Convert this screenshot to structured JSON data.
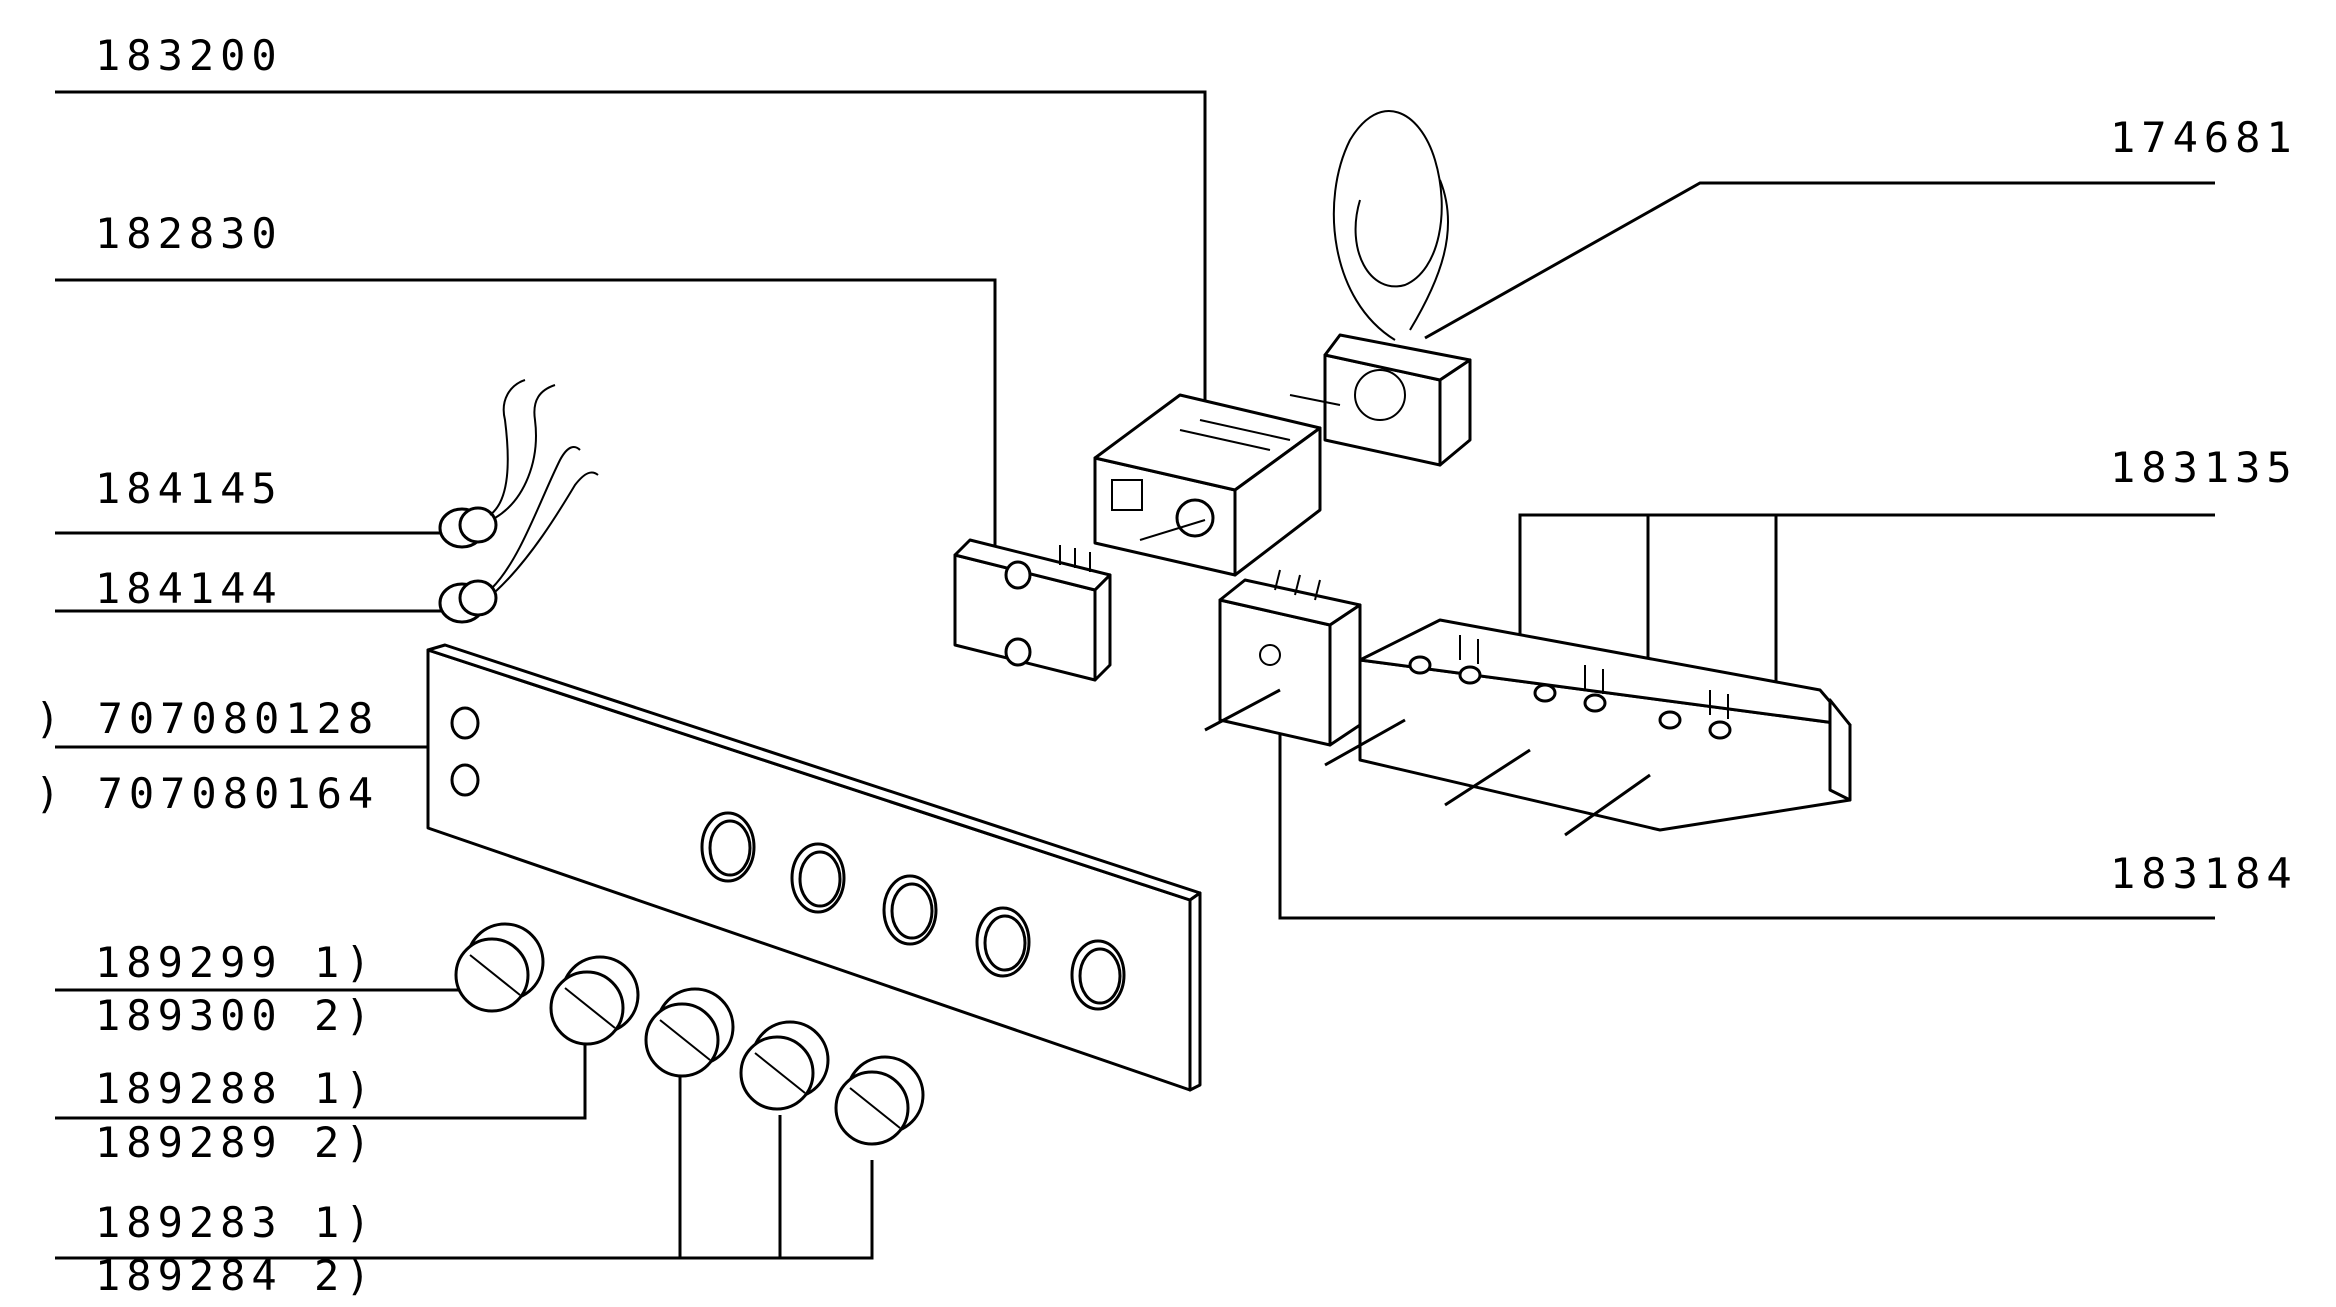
{
  "labels": {
    "p183200": "183200",
    "p182830": "182830",
    "p184145": "184145",
    "p184144": "184144",
    "p707080128": ") 707080128",
    "p707080164": ") 707080164",
    "p189299": "189299  1)",
    "p189300": "189300  2)",
    "p189288": "189288  1)",
    "p189289": "189289  2)",
    "p189283": "189283  1)",
    "p189284": "189284  2)",
    "p174681": "174681",
    "p183135": "183135",
    "p183184": "183184"
  }
}
